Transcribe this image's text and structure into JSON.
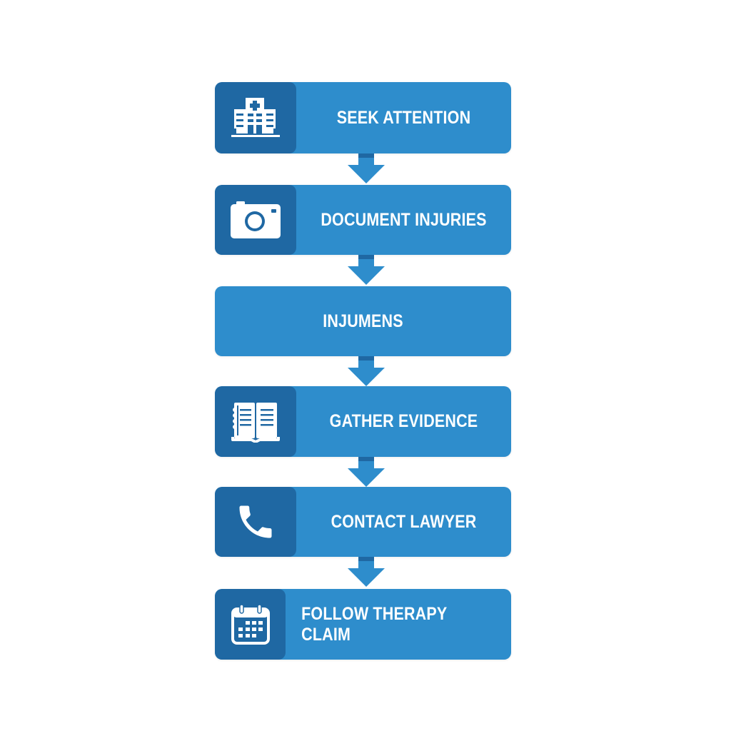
{
  "colors": {
    "box": "#2e8dcc",
    "icon_panel": "#1f68a3",
    "text": "#ffffff",
    "background": "#ffffff"
  },
  "steps": [
    {
      "label": "SEEK ATTENTION",
      "icon": "hospital-icon"
    },
    {
      "label": "DOCUMENT INJURIES",
      "icon": "camera-icon"
    },
    {
      "label": "INJUMENS",
      "icon": null
    },
    {
      "label": "GATHER EVIDENCE",
      "icon": "notebook-icon"
    },
    {
      "label": "CONTACT LAWYER",
      "icon": "phone-icon"
    },
    {
      "label": "FOLLOW THERAPY CLAIM",
      "icon": "calendar-icon"
    }
  ]
}
